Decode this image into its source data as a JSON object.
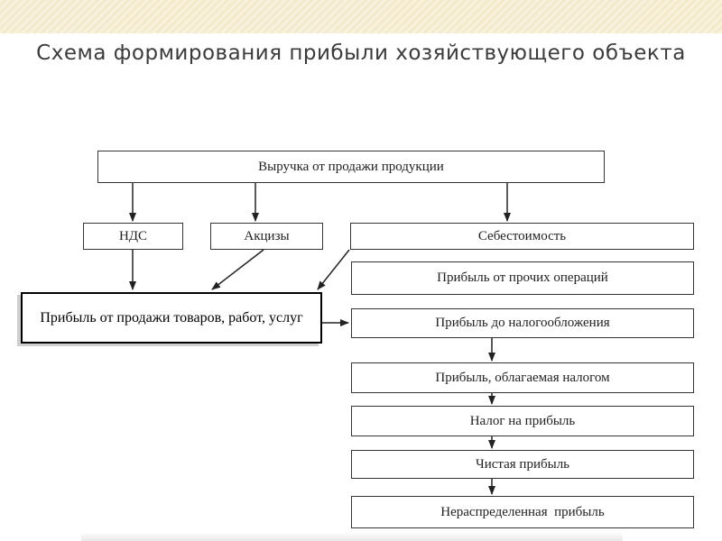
{
  "slide": {
    "title": "Схема формирования прибыли хозяйствующего объекта"
  },
  "diagram": {
    "revenue": "Выручка от продажи продукции",
    "vat": "НДС",
    "excise": "Акцизы",
    "cost": "Себестоимость",
    "profit_sales": "Прибыль от продажи товаров, работ, услуг",
    "profit_other": "Прибыль от прочих операций",
    "profit_pretax": "Прибыль до налогообложения",
    "profit_taxable": "Прибыль, облагаемая налогом",
    "profit_tax": "Налог на прибыль",
    "net_profit": "Чистая прибыль",
    "retained_earnings": "Нераспределенная  прибыль"
  }
}
